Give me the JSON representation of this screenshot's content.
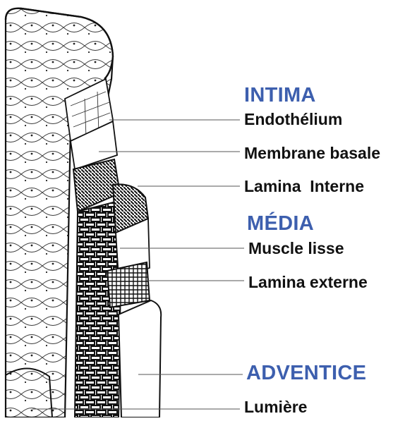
{
  "sections": {
    "intima": "INTIMA",
    "media": "MÉDIA",
    "adventice": "ADVENTICE"
  },
  "layers": {
    "endothelium": "Endothélium",
    "membrane_basale": "Membrane basale",
    "lamina_interne": "Lamina  Interne",
    "muscle_lisse": "Muscle lisse",
    "lamina_externe": "Lamina externe",
    "lumiere": "Lumière"
  },
  "colors": {
    "section_label": "#3d5fae",
    "layer_label": "#111111",
    "ink": "#1a1a1a"
  }
}
